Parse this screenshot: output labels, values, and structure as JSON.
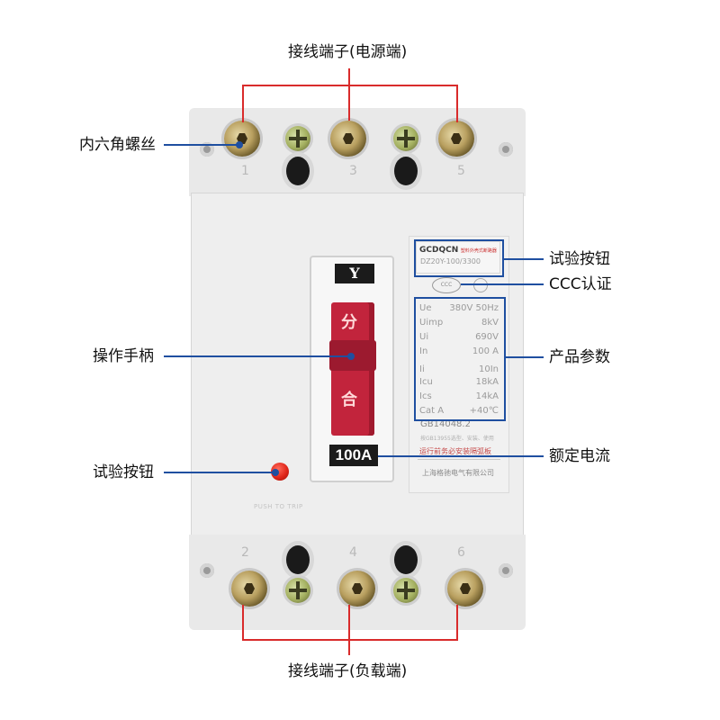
{
  "callouts": {
    "top_terminal": "接线端子(电源端)",
    "hex_screw": "内六角螺丝",
    "test_button_top": "试验按钮",
    "ccc": "CCC认证",
    "params": "产品参数",
    "handle": "操作手柄",
    "rated_current": "额定电流",
    "test_button_left": "试验按钮",
    "bottom_terminal": "接线端子(负载端)"
  },
  "breaker": {
    "top_numbers": [
      "1",
      "3",
      "5"
    ],
    "bottom_numbers": [
      "2",
      "4",
      "6"
    ],
    "handle_top_label": "Y",
    "handle_off": "分",
    "handle_on": "合",
    "rating": "100A",
    "push_to_trip": "PUSH TO TRIP"
  },
  "nameplate": {
    "brand": "GCDQCN",
    "brand_sub": "塑料外壳式断路器",
    "model": "DZ20Y-100/3300",
    "ccc_mark": "CCC",
    "specs": [
      {
        "label": "Ue",
        "value": "380V  50Hz"
      },
      {
        "label": "Uimp",
        "value": "8kV"
      },
      {
        "label": "Ui",
        "value": "690V"
      },
      {
        "label": "In",
        "value": "100 A"
      },
      {
        "label": "Ii",
        "value": "10In"
      },
      {
        "label": "Icu",
        "value": "18kA"
      },
      {
        "label": "Ics",
        "value": "14kA"
      },
      {
        "label": "Cat  A",
        "value": "+40℃"
      }
    ],
    "standard": "GB14048.2",
    "fine_print": "按GB13955选型、安装、使用",
    "warning": "运行前务必安装隔弧板",
    "company": "上海格驰电气有限公司"
  }
}
